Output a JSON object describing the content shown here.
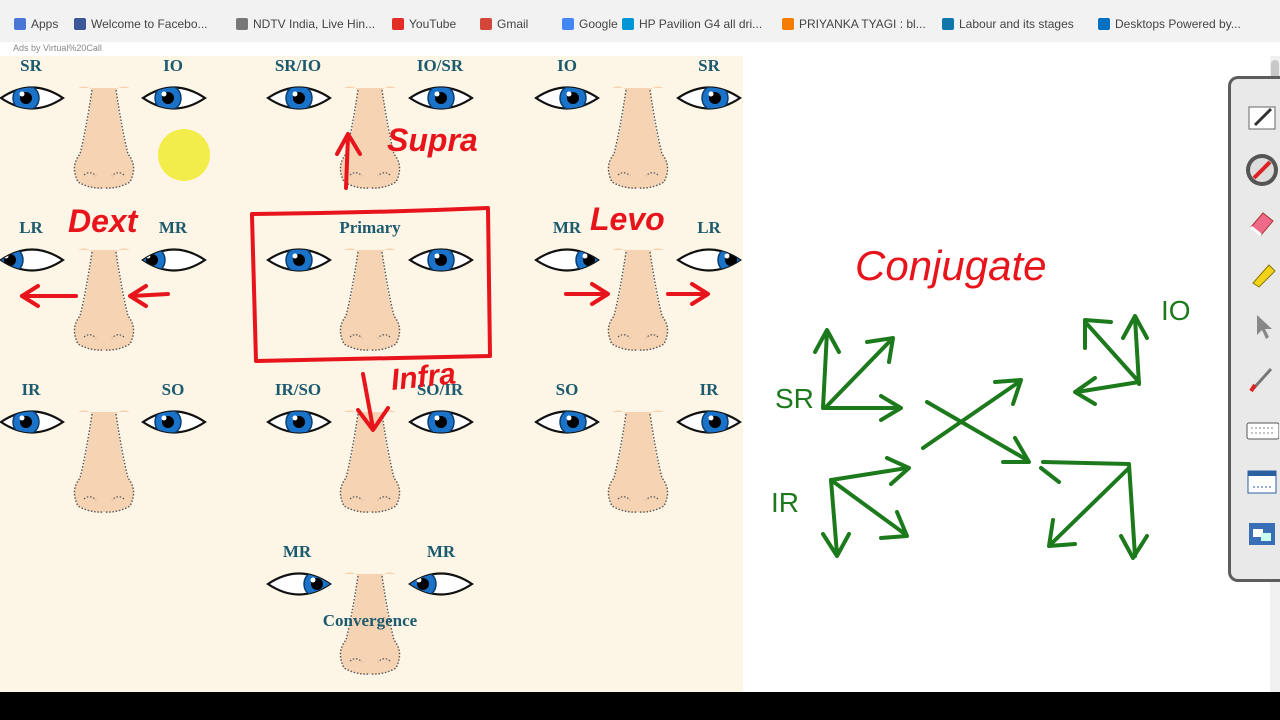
{
  "browser": {
    "bookmarks": [
      {
        "label": "Apps",
        "color": "#4a76d6"
      },
      {
        "label": "Welcome to Facebo...",
        "color": "#3b5998"
      },
      {
        "label": "NDTV India, Live Hin...",
        "color": "#777777"
      },
      {
        "label": "YouTube",
        "color": "#e52d27"
      },
      {
        "label": "Gmail",
        "color": "#d44638"
      },
      {
        "label": "Google",
        "color": "#4285f4"
      },
      {
        "label": "HP Pavilion G4 all dri...",
        "color": "#0096d6"
      },
      {
        "label": "PRIYANKA TYAGI : bl...",
        "color": "#f57d00"
      },
      {
        "label": "Labour and its stages",
        "color": "#0e76a8"
      },
      {
        "label": "Desktops Powered by...",
        "color": "#0071c5"
      }
    ],
    "ads_text": "Ads by Virtual%20Call"
  },
  "gaze_chart": {
    "up_right": {
      "left_label": "SR",
      "right_label": "IO"
    },
    "up": {
      "left_label": "SR/IO",
      "right_label": "IO/SR"
    },
    "up_left": {
      "left_label": "IO",
      "right_label": "SR"
    },
    "right": {
      "left_label": "LR",
      "right_label": "MR"
    },
    "primary": {
      "label": "Primary"
    },
    "left": {
      "left_label": "MR",
      "right_label": "LR"
    },
    "down_right": {
      "left_label": "IR",
      "right_label": "SO"
    },
    "down": {
      "left_label": "IR/SO",
      "right_label": "SO/IR"
    },
    "down_left": {
      "left_label": "SO",
      "right_label": "IR"
    },
    "convergence": {
      "left_label": "MR",
      "right_label": "MR",
      "label": "Convergence"
    }
  },
  "annotations": {
    "supra": "Supra",
    "dext": "Dext",
    "levo": "Levo",
    "infra": "Infra",
    "conjugate": "Conjugate",
    "sr": "SR",
    "io": "IO",
    "ir": "IR",
    "red_ink": "#e8141b",
    "green_ink": "#1c7a1c",
    "highlight": "#f2ec3a"
  },
  "toolbox": {
    "tools": [
      "pen-icon",
      "red-pen-icon",
      "eraser-icon",
      "highlighter-icon",
      "pointer-icon",
      "brush-icon",
      "keyboard-icon",
      "screen-capture-icon",
      "window-icon"
    ]
  }
}
